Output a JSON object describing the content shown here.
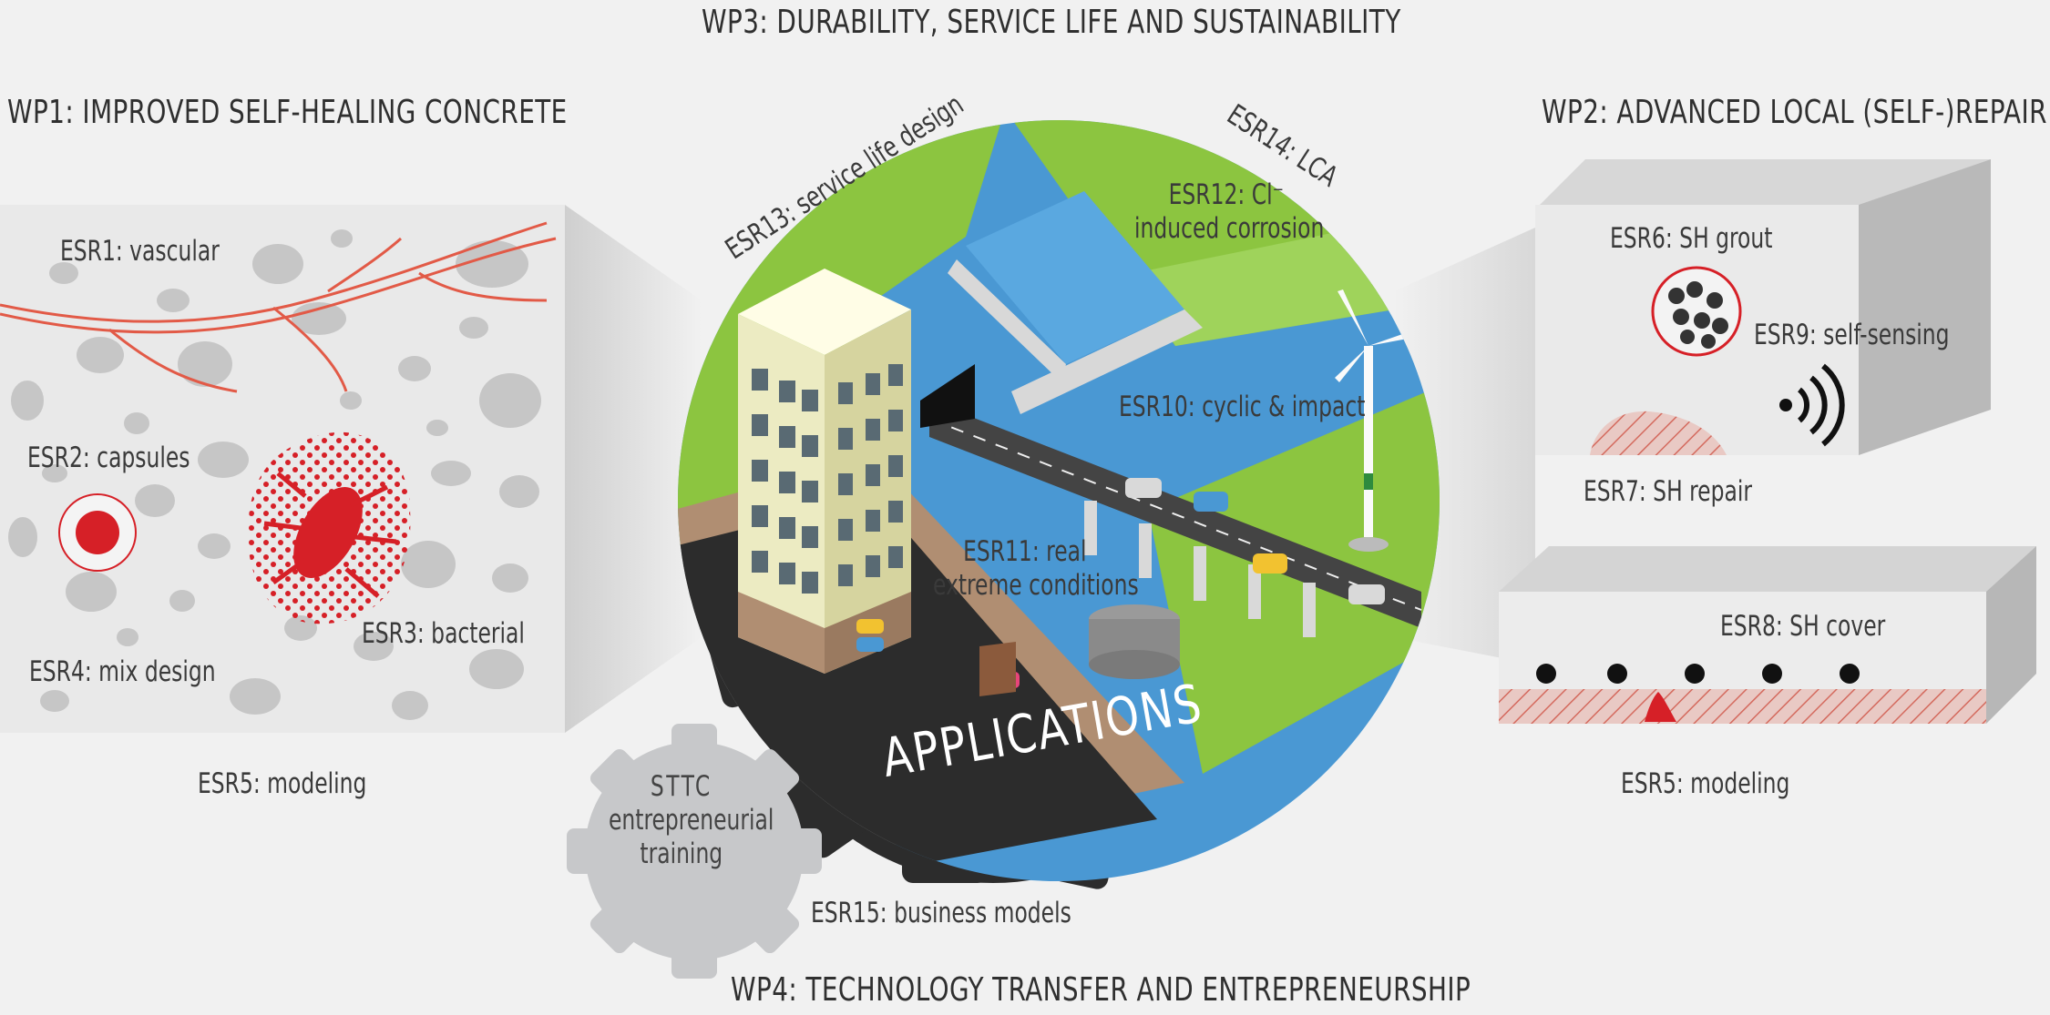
{
  "wp": {
    "wp1": "WP1: IMPROVED SELF-HEALING CONCRETE",
    "wp2": "WP2: ADVANCED LOCAL (SELF-)REPAIR",
    "wp3": "WP3: DURABILITY, SERVICE LIFE AND SUSTAINABILITY",
    "wp4": "WP4: TECHNOLOGY TRANSFER AND ENTREPRENEURSHIP"
  },
  "esr": {
    "esr1": "ESR1: vascular",
    "esr2": "ESR2: capsules",
    "esr3": "ESR3: bacterial",
    "esr4": "ESR4: mix design",
    "esr5_left": "ESR5: modeling",
    "esr5_right": "ESR5: modeling",
    "esr6": "ESR6: SH grout",
    "esr7": "ESR7: SH repair",
    "esr8": "ESR8: SH cover",
    "esr9": "ESR9: self-sensing",
    "esr10": "ESR10: cyclic & impact",
    "esr11_line1": "ESR11: real",
    "esr11_line2": "extreme conditions",
    "esr12_line1": "ESR12: Cl⁻",
    "esr12_line2": "induced corrosion",
    "esr13": "ESR13: service life design",
    "esr14": "ESR14: LCA",
    "esr15": "ESR15: business models"
  },
  "gear": {
    "applications": "APPLICATIONS",
    "sttc_title": "STTC",
    "sttc_line1": "entrepreneurial",
    "sttc_line2": "training"
  },
  "colors": {
    "accent_red": "#d62027",
    "grass_green": "#8cc540",
    "water_blue": "#4a98d3",
    "gear_dark": "#2c2c2c",
    "gear_light": "#c7c8ca",
    "background": "#f1f1f1"
  }
}
